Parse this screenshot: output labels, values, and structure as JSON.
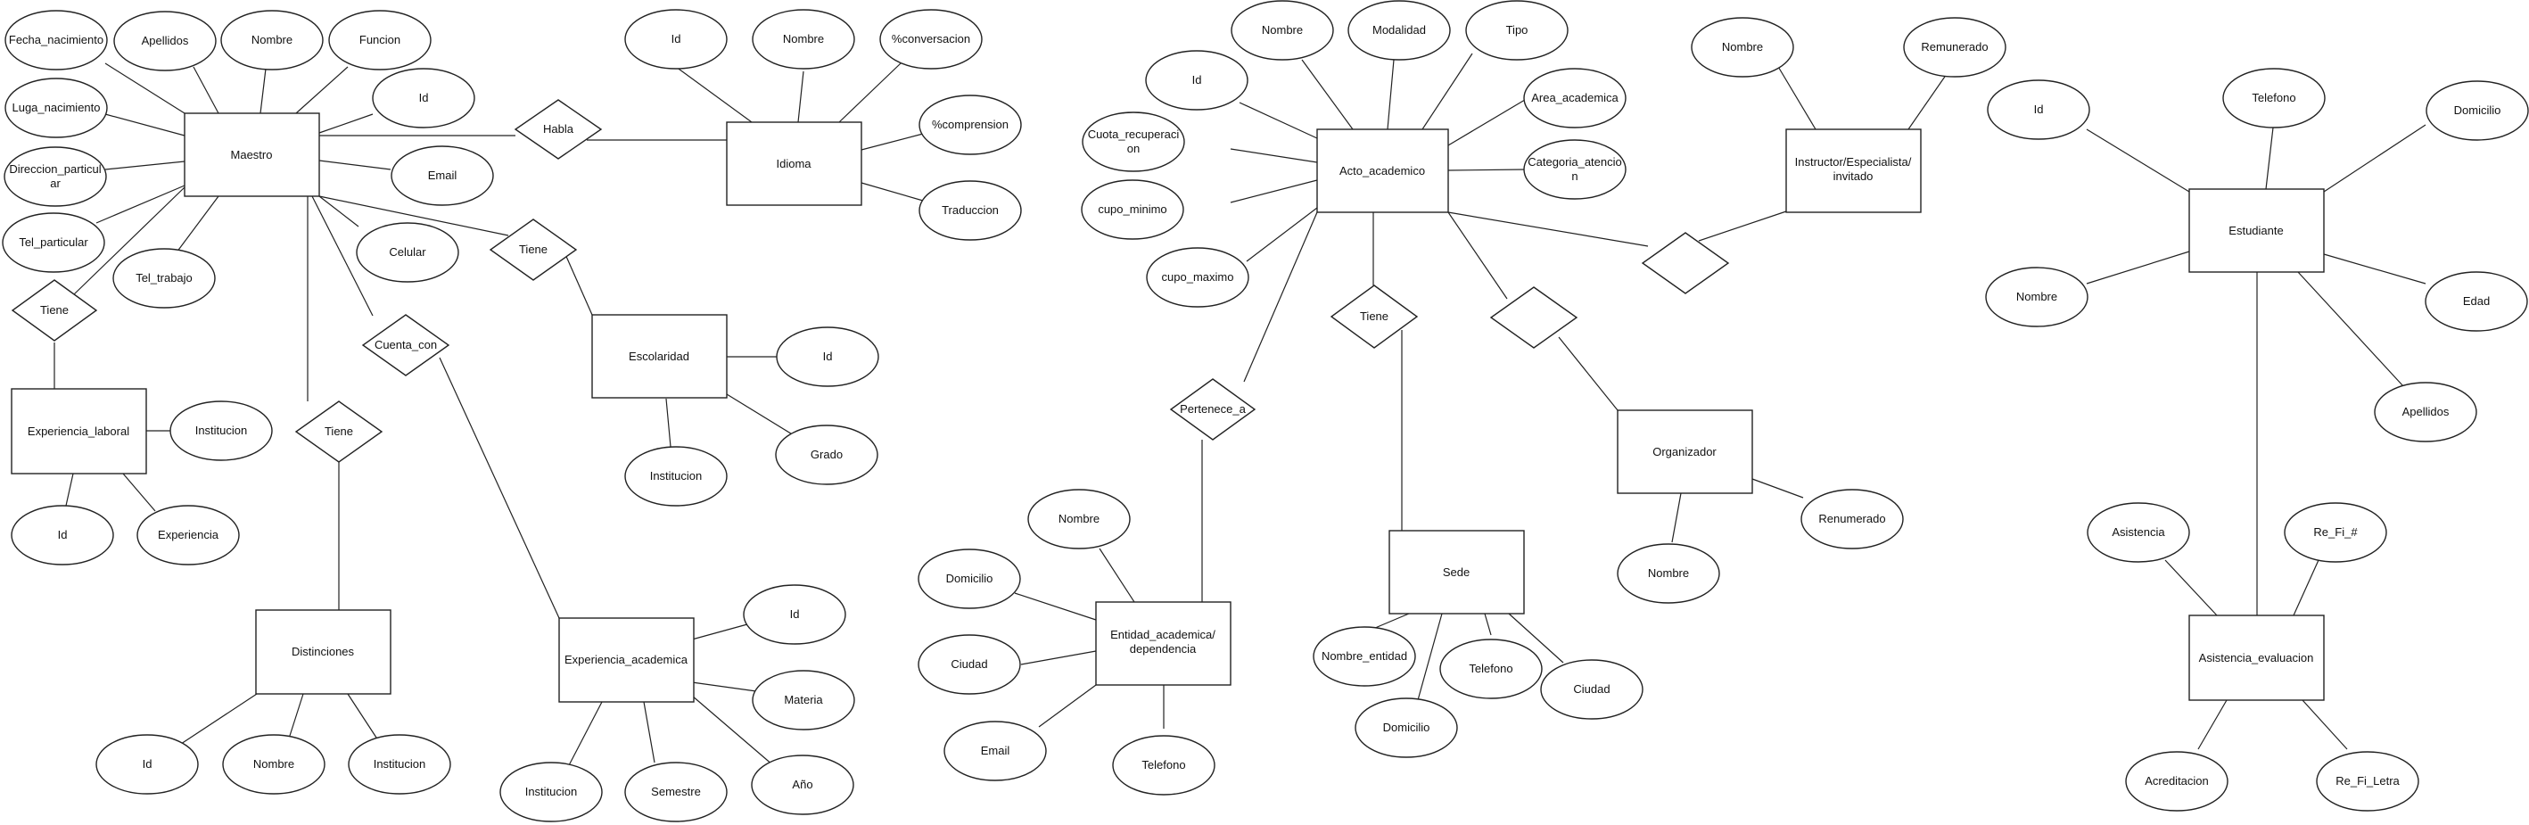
{
  "entities": {
    "maestro": "Maestro",
    "idioma": "Idioma",
    "escolaridad": "Escolaridad",
    "experiencia_laboral": "Experiencia_laboral",
    "distinciones": "Distinciones",
    "experiencia_academica": "Experiencia_academica",
    "acto_academico": "Acto_academico",
    "instructor": [
      "Instructor/Especialista/",
      "invitado"
    ],
    "organizador": "Organizador",
    "sede": "Sede",
    "entidad_academica": [
      "Entidad_academica/",
      "dependencia"
    ],
    "estudiante": "Estudiante",
    "asistencia_evaluacion": "Asistencia_evaluacion"
  },
  "relationships": {
    "habla": "Habla",
    "tiene_laboral": "Tiene",
    "tiene_escolaridad": "Tiene",
    "cuenta_con": "Cuenta_con",
    "tiene_distinciones": "Tiene",
    "tiene_sede": "Tiene",
    "pertenece_a": "Pertenece_a",
    "instructor_rel": "",
    "organizador_rel": ""
  },
  "attributes": {
    "maestro": {
      "fecha_nacimiento": "Fecha_nacimiento",
      "apellidos": "Apellidos",
      "nombre": "Nombre",
      "funcion": "Funcion",
      "id": "Id",
      "luga_nacimiento": "Luga_nacimiento",
      "direccion_particular": [
        "Direccion_particul",
        "ar"
      ],
      "tel_particular": "Tel_particular",
      "tel_trabajo": "Tel_trabajo",
      "email": "Email",
      "celular": "Celular"
    },
    "idioma": {
      "id": "Id",
      "nombre": "Nombre",
      "conversacion": "%conversacion",
      "comprension": "%comprension",
      "traduccion": "Traduccion"
    },
    "escolaridad": {
      "id": "Id",
      "grado": "Grado",
      "institucion": "Institucion"
    },
    "experiencia_laboral": {
      "institucion": "Institucion",
      "id": "Id",
      "experiencia": "Experiencia"
    },
    "distinciones": {
      "id": "Id",
      "nombre": "Nombre",
      "institucion": "Institucion"
    },
    "experiencia_academica": {
      "id": "Id",
      "materia": "Materia",
      "anio": "Año",
      "semestre": "Semestre",
      "institucion": "Institucion"
    },
    "acto_academico": {
      "nombre": "Nombre",
      "modalidad": "Modalidad",
      "tipo": "Tipo",
      "id": "Id",
      "area_academica": "Area_academica",
      "cuota_recuperacion": [
        "Cuota_recuperaci",
        "on"
      ],
      "categoria_atencion": [
        "Categoria_atencio",
        "n"
      ],
      "cupo_minimo": "cupo_minimo",
      "cupo_maximo": "cupo_maximo"
    },
    "instructor": {
      "nombre": "Nombre",
      "remunerado": "Remunerado"
    },
    "organizador": {
      "remunerado": "Renumerado",
      "nombre": "Nombre"
    },
    "sede": {
      "nombre_entidad": "Nombre_entidad",
      "telefono": "Telefono",
      "ciudad": "Ciudad",
      "domicilio": "Domicilio"
    },
    "entidad_academica": {
      "nombre": "Nombre",
      "domicilio": "Domicilio",
      "ciudad": "Ciudad",
      "email": "Email",
      "telefono": "Telefono"
    },
    "estudiante": {
      "id": "Id",
      "telefono": "Telefono",
      "domicilio": "Domicilio",
      "nombre": "Nombre",
      "edad": "Edad",
      "apellidos": "Apellidos"
    },
    "asistencia_evaluacion": {
      "asistencia": "Asistencia",
      "re_fi_num": "Re_Fi_#",
      "acreditacion": "Acreditacion",
      "re_fi_letra": "Re_Fi_Letra"
    }
  }
}
